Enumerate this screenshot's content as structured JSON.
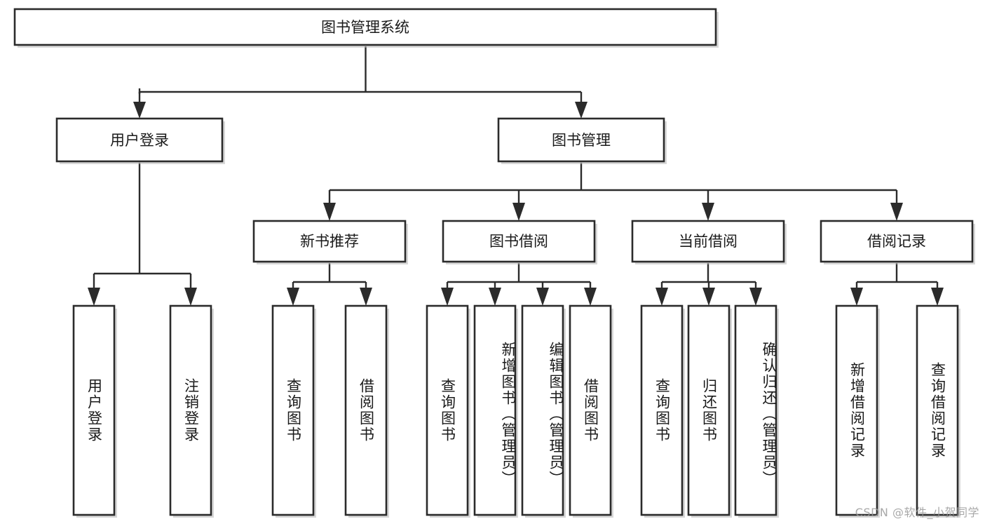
{
  "diagram": {
    "title": "图书管理系统",
    "type": "tree-hierarchy",
    "root": {
      "id": "root",
      "label": "图书管理系统"
    },
    "level2": [
      {
        "id": "user-login",
        "label": "用户登录"
      },
      {
        "id": "book-management",
        "label": "图书管理"
      }
    ],
    "level3": [
      {
        "id": "new-book-recommend",
        "label": "新书推荐",
        "parent": "book-management"
      },
      {
        "id": "book-borrow",
        "label": "图书借阅",
        "parent": "book-management"
      },
      {
        "id": "current-borrow",
        "label": "当前借阅",
        "parent": "book-management"
      },
      {
        "id": "borrow-record",
        "label": "借阅记录",
        "parent": "book-management"
      }
    ],
    "leaves": {
      "user_login": [
        {
          "id": "leaf-user-login",
          "label": "用户登录"
        },
        {
          "id": "leaf-user-logout",
          "label": "注销登录"
        }
      ],
      "new_book_recommend": [
        {
          "id": "leaf-query-book-1",
          "label": "查询图书"
        },
        {
          "id": "leaf-borrow-book-1",
          "label": "借阅图书"
        }
      ],
      "book_borrow": [
        {
          "id": "leaf-query-book-2",
          "label": "查询图书"
        },
        {
          "id": "leaf-add-book",
          "label": "新增图书（管理员）"
        },
        {
          "id": "leaf-edit-book",
          "label": "编辑图书（管理员）"
        },
        {
          "id": "leaf-borrow-book-2",
          "label": "借阅图书"
        }
      ],
      "current_borrow": [
        {
          "id": "leaf-query-book-3",
          "label": "查询图书"
        },
        {
          "id": "leaf-return-book",
          "label": "归还图书"
        },
        {
          "id": "leaf-confirm-return",
          "label": "确认归还（管理员）"
        }
      ],
      "borrow_record": [
        {
          "id": "leaf-add-record",
          "label": "新增借阅记录"
        },
        {
          "id": "leaf-query-record",
          "label": "查询借阅记录"
        }
      ]
    },
    "watermark": "CSDN @软件_小贺同学",
    "colors": {
      "stroke": "#2b2b2b",
      "fill": "#ffffff",
      "text": "#1a1a1a",
      "watermark": "#9a9a9a",
      "background": "#ffffff"
    }
  }
}
